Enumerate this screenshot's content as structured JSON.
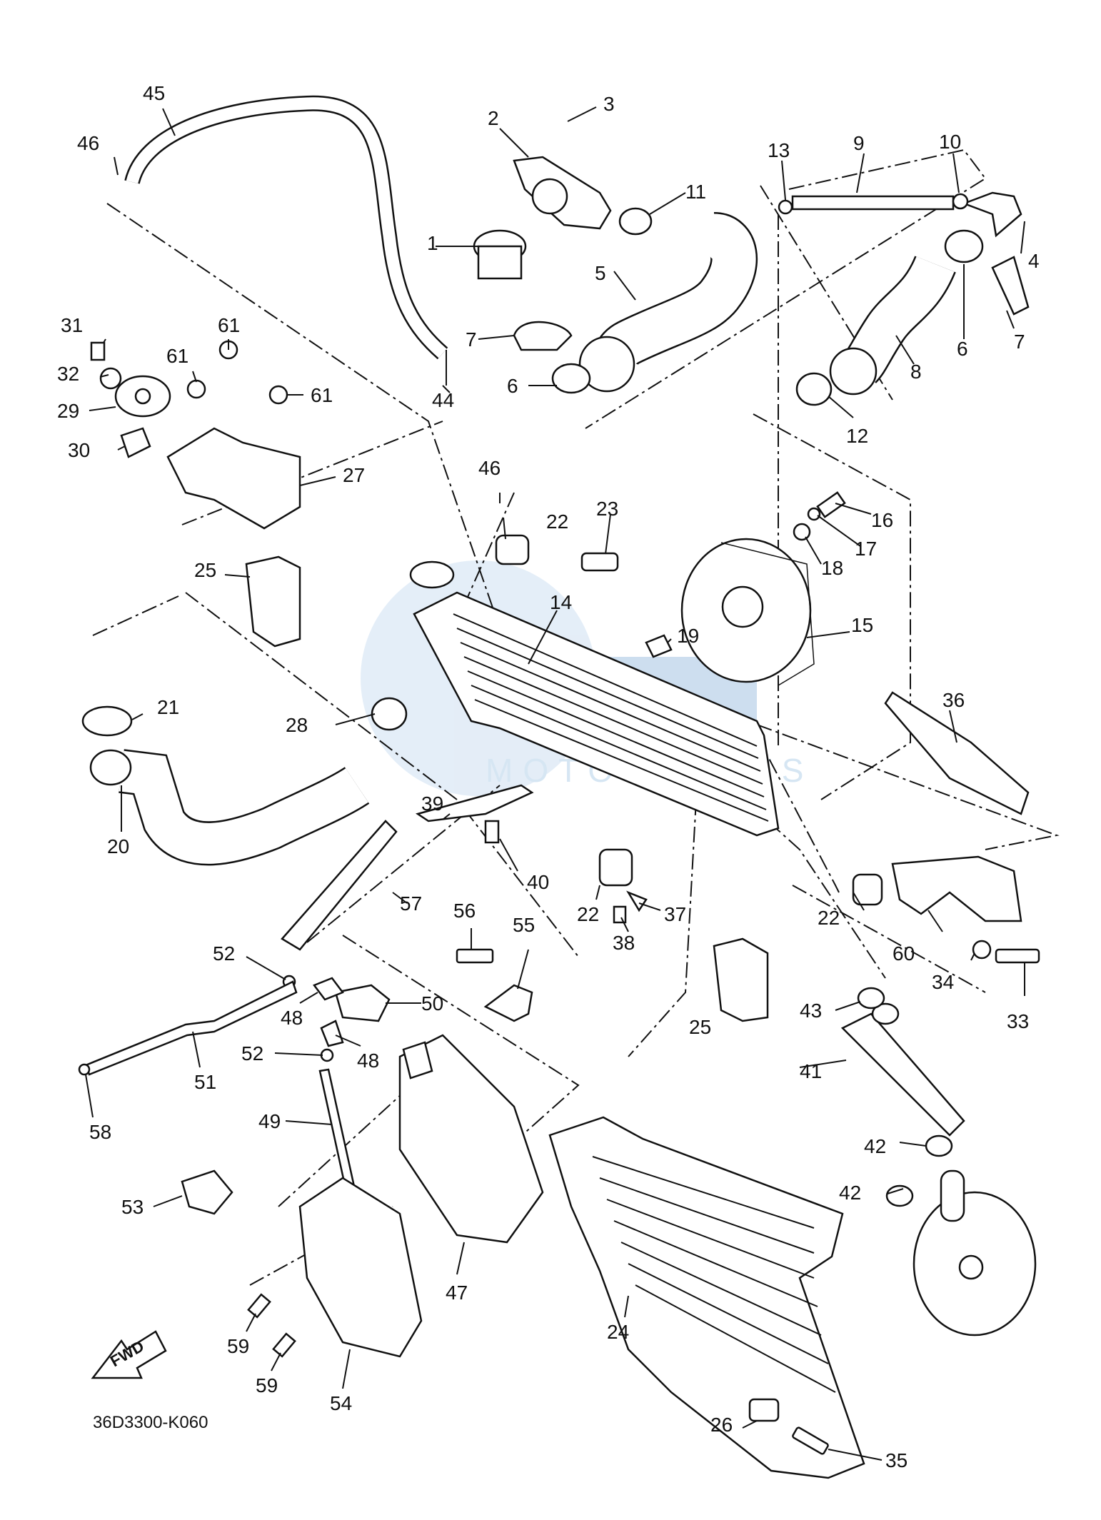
{
  "diagram_code": "36D3300-K060",
  "fwd_label": "FWD",
  "watermark_text": "MOTORPARTS",
  "colors": {
    "ink": "#111111",
    "watermark": "#c9def0"
  },
  "callouts": [
    {
      "id": "c1",
      "text": "1"
    },
    {
      "id": "c2",
      "text": "2"
    },
    {
      "id": "c3",
      "text": "3"
    },
    {
      "id": "c4",
      "text": "4"
    },
    {
      "id": "c5",
      "text": "5"
    },
    {
      "id": "c6a",
      "text": "6"
    },
    {
      "id": "c6b",
      "text": "6"
    },
    {
      "id": "c7a",
      "text": "7"
    },
    {
      "id": "c7b",
      "text": "7"
    },
    {
      "id": "c8",
      "text": "8"
    },
    {
      "id": "c9",
      "text": "9"
    },
    {
      "id": "c10",
      "text": "10"
    },
    {
      "id": "c11",
      "text": "11"
    },
    {
      "id": "c12",
      "text": "12"
    },
    {
      "id": "c13",
      "text": "13"
    },
    {
      "id": "c14",
      "text": "14"
    },
    {
      "id": "c15",
      "text": "15"
    },
    {
      "id": "c16",
      "text": "16"
    },
    {
      "id": "c17",
      "text": "17"
    },
    {
      "id": "c18",
      "text": "18"
    },
    {
      "id": "c19",
      "text": "19"
    },
    {
      "id": "c20",
      "text": "20"
    },
    {
      "id": "c21",
      "text": "21"
    },
    {
      "id": "c22a",
      "text": "22"
    },
    {
      "id": "c22b",
      "text": "22"
    },
    {
      "id": "c22c",
      "text": "22"
    },
    {
      "id": "c23",
      "text": "23"
    },
    {
      "id": "c24",
      "text": "24"
    },
    {
      "id": "c25a",
      "text": "25"
    },
    {
      "id": "c25b",
      "text": "25"
    },
    {
      "id": "c26",
      "text": "26"
    },
    {
      "id": "c27",
      "text": "27"
    },
    {
      "id": "c28",
      "text": "28"
    },
    {
      "id": "c29",
      "text": "29"
    },
    {
      "id": "c30",
      "text": "30"
    },
    {
      "id": "c31",
      "text": "31"
    },
    {
      "id": "c32",
      "text": "32"
    },
    {
      "id": "c33",
      "text": "33"
    },
    {
      "id": "c34",
      "text": "34"
    },
    {
      "id": "c35",
      "text": "35"
    },
    {
      "id": "c36",
      "text": "36"
    },
    {
      "id": "c37",
      "text": "37"
    },
    {
      "id": "c38",
      "text": "38"
    },
    {
      "id": "c39",
      "text": "39"
    },
    {
      "id": "c40",
      "text": "40"
    },
    {
      "id": "c41",
      "text": "41"
    },
    {
      "id": "c42a",
      "text": "42"
    },
    {
      "id": "c42b",
      "text": "42"
    },
    {
      "id": "c43",
      "text": "43"
    },
    {
      "id": "c44",
      "text": "44"
    },
    {
      "id": "c45",
      "text": "45"
    },
    {
      "id": "c46a",
      "text": "46"
    },
    {
      "id": "c46b",
      "text": "46"
    },
    {
      "id": "c47",
      "text": "47"
    },
    {
      "id": "c48a",
      "text": "48"
    },
    {
      "id": "c48b",
      "text": "48"
    },
    {
      "id": "c49",
      "text": "49"
    },
    {
      "id": "c50",
      "text": "50"
    },
    {
      "id": "c51",
      "text": "51"
    },
    {
      "id": "c52a",
      "text": "52"
    },
    {
      "id": "c52b",
      "text": "52"
    },
    {
      "id": "c53",
      "text": "53"
    },
    {
      "id": "c54",
      "text": "54"
    },
    {
      "id": "c55",
      "text": "55"
    },
    {
      "id": "c56",
      "text": "56"
    },
    {
      "id": "c57",
      "text": "57"
    },
    {
      "id": "c58",
      "text": "58"
    },
    {
      "id": "c59a",
      "text": "59"
    },
    {
      "id": "c59b",
      "text": "59"
    },
    {
      "id": "c60",
      "text": "60"
    },
    {
      "id": "c61a",
      "text": "61"
    },
    {
      "id": "c61b",
      "text": "61"
    },
    {
      "id": "c61c",
      "text": "61"
    }
  ]
}
